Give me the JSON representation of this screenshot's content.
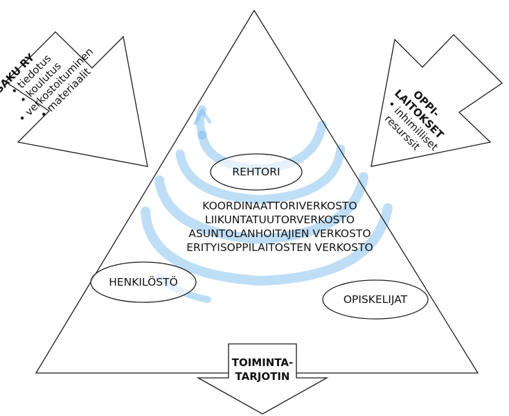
{
  "colors": {
    "outline": "#1a1a1a",
    "swirl": "#6fb6ea",
    "background": "#ffffff"
  },
  "left_arrow": {
    "title": "SAKU RY",
    "items": [
      "• tiedotus",
      "• koulutus",
      "• verkostoituminen",
      "• materiaalit"
    ]
  },
  "right_arrow": {
    "title_line1": "OPPI-",
    "title_line2": "LAITOKSET",
    "items": [
      "• inhimilliset",
      "resurssit"
    ]
  },
  "bottom_arrow": {
    "line1": "TOIMINTA-",
    "line2": "TARJOTIN"
  },
  "ellipses": {
    "top": "REHTORI",
    "left": "HENKILÖSTÖ",
    "right": "OPISKELIJAT"
  },
  "networks": [
    "KOORDINAATTORIVERKOSTO",
    "LIIKUNTATUUTORVERKOSTO",
    "ASUNTOLANHOITAJIEN VERKOSTO",
    "ERITYISOPPILAITOSTEN VERKOSTO"
  ],
  "swirl_icon": "spiral-watermark-icon"
}
